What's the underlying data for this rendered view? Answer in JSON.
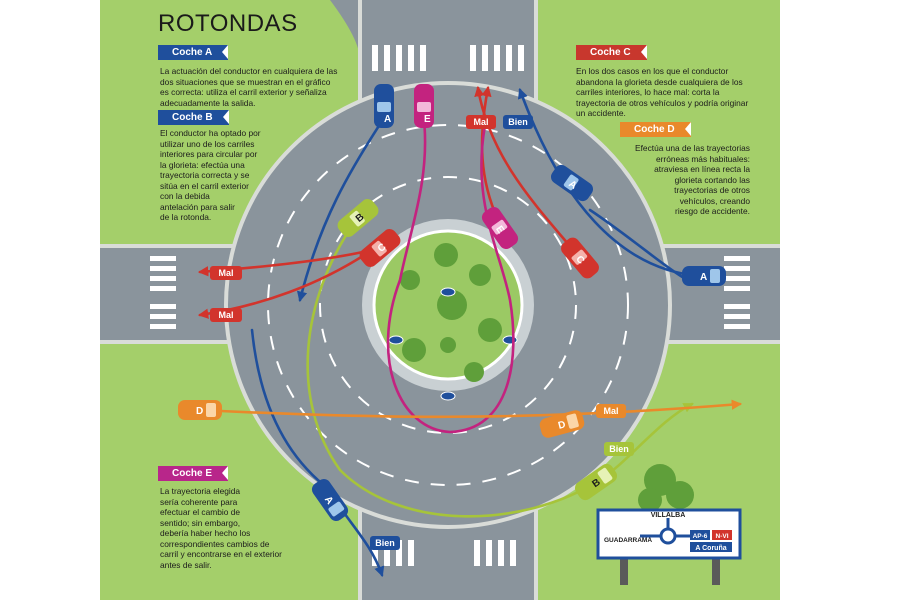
{
  "title": "ROTONDAS",
  "colors": {
    "grass": "#a4cf6a",
    "asphalt": "#8a949c",
    "blue": "#1f4f9c",
    "red": "#c8372d",
    "orange": "#e9892b",
    "pink": "#b8268a",
    "lime": "#a6c43a"
  },
  "cards": {
    "a": {
      "tag": "Coche A",
      "text": [
        "La actuación del conductor en cualquiera de las",
        "dos situaciones que se muestran en el gráfico",
        "es correcta:  utiliza el carril exterior y señaliza",
        "adecuadamente la salida."
      ]
    },
    "b": {
      "tag": "Coche B",
      "text": [
        "El conductor ha optado por",
        "utilizar uno de los carriles",
        "interiores para circular por",
        "la glorieta: efectúa una",
        "trayectoria correcta y se",
        "sitúa en el carril exterior",
        "con la debida",
        "antelación para salir",
        "de la rotonda."
      ]
    },
    "c": {
      "tag": "Coche C",
      "text": [
        "En los dos casos en los que el conductor",
        "abandona la glorieta desde cualquiera de los",
        "carriles interiores, lo hace mal: corta la",
        "trayectoria de otros vehículos y podría originar",
        "un accidente."
      ]
    },
    "d": {
      "tag": "Coche D",
      "text": [
        "Efectúa una de las trayectorias",
        "erróneas más habituales:",
        "atraviesa en línea recta la",
        "glorieta cortando las",
        "trayectorias de otros",
        "vehículos, creando",
        "riesgo de accidente."
      ]
    },
    "e": {
      "tag": "Coche E",
      "text": [
        "La trayectoria elegida",
        "sería coherente para",
        "efectuar el cambio de",
        "sentido; sin embargo,",
        "debería haber hecho los",
        "correspondientes cambios de",
        "carril y encontrarse en el exterior",
        "antes de salir."
      ]
    }
  },
  "labels": {
    "mal": "Mal",
    "bien": "Bien"
  },
  "car_letters": {
    "a": "A",
    "b": "B",
    "c": "C",
    "d": "D",
    "e": "E"
  },
  "sign": {
    "top": "VILLALBA",
    "left": "GUADARRAMA",
    "road": "AP-6",
    "road2": "N-VI",
    "dest": "A Coruña"
  }
}
